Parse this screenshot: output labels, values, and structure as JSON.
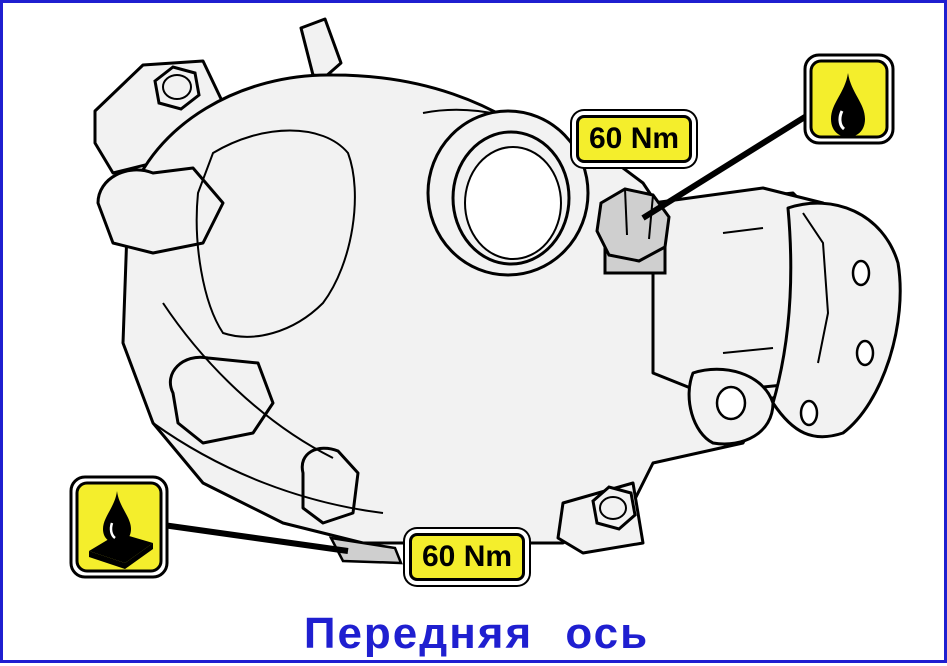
{
  "diagram": {
    "caption": "Передняя   ось",
    "callouts": [
      {
        "id": "upper-bolt",
        "torque": "60 Nm",
        "marker_icon": "oil-drop-icon"
      },
      {
        "id": "lower-plug",
        "torque": "60 Nm",
        "marker_icon": "sealant-drop-icon"
      }
    ]
  },
  "colors": {
    "frame": "#1f1fd0",
    "caption": "#1f1fd0",
    "label_fill": "#f4ee2c",
    "part_fill": "#f2f2f2",
    "highlight_bolt": "#cfcfcf",
    "outline": "#000000"
  }
}
